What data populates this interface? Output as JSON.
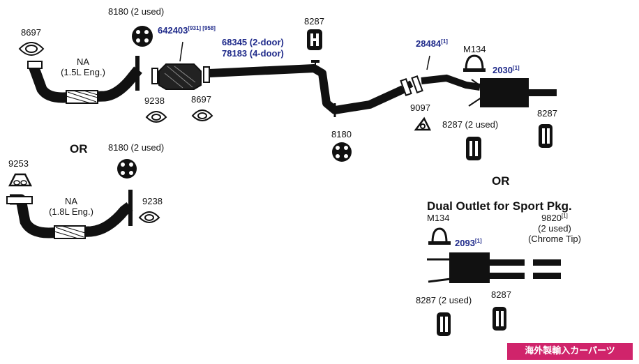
{
  "labels": {
    "p8697_top": "8697",
    "p8180_2used_top": "8180 (2 used)",
    "p642403": "642403",
    "p642403_sup": "[931] [958]",
    "p8287_top": "8287",
    "p68345": "68345 (2-door)",
    "p78183": "78183 (4-door)",
    "p28484": "28484",
    "p28484_sup": "[1]",
    "pM134_top": "M134",
    "p2030": "2030",
    "p2030_sup": "[1]",
    "na15_1": "NA",
    "na15_2": "(1.5L Eng.)",
    "p9238_top": "9238",
    "p8697_mid": "8697",
    "p9097": "9097",
    "p8287_2used_right": "8287 (2 used)",
    "p8287_right": "8287",
    "p8180_mid": "8180",
    "or_left": "OR",
    "p8180_2used_left": "8180 (2 used)",
    "p9253": "9253",
    "na18_1": "NA",
    "na18_2": "(1.8L Eng.)",
    "p9238_left": "9238",
    "or_right": "OR",
    "dual_outlet": "Dual Outlet for Sport Pkg.",
    "pM134_bottom": "M134",
    "p9820": "9820",
    "p9820_sup": "[1]",
    "p9820_used": "(2 used)",
    "p9820_tip": "(Chrome Tip)",
    "p2093": "2093",
    "p2093_sup": "[1]",
    "p8287_2used_bottom": "8287 (2 used)",
    "p8287_bottom": "8287",
    "banner": "海外製輸入カーパーツ"
  }
}
